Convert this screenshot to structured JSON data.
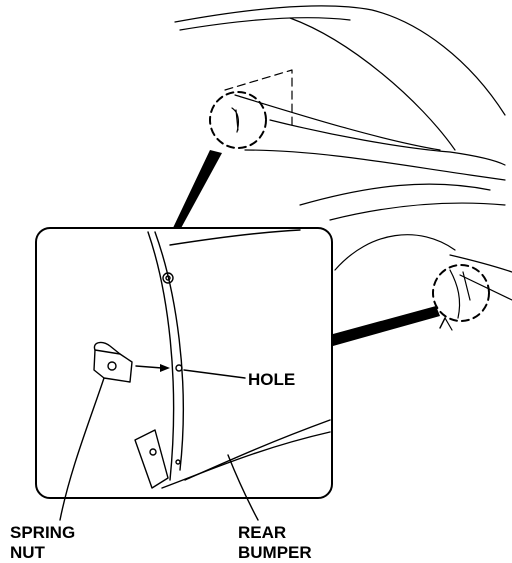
{
  "labels": {
    "hole": "HOLE",
    "spring_nut": "SPRING\nNUT",
    "rear_bumper": "REAR\nBUMPER"
  },
  "colors": {
    "line": "#000000",
    "background": "#ffffff"
  }
}
